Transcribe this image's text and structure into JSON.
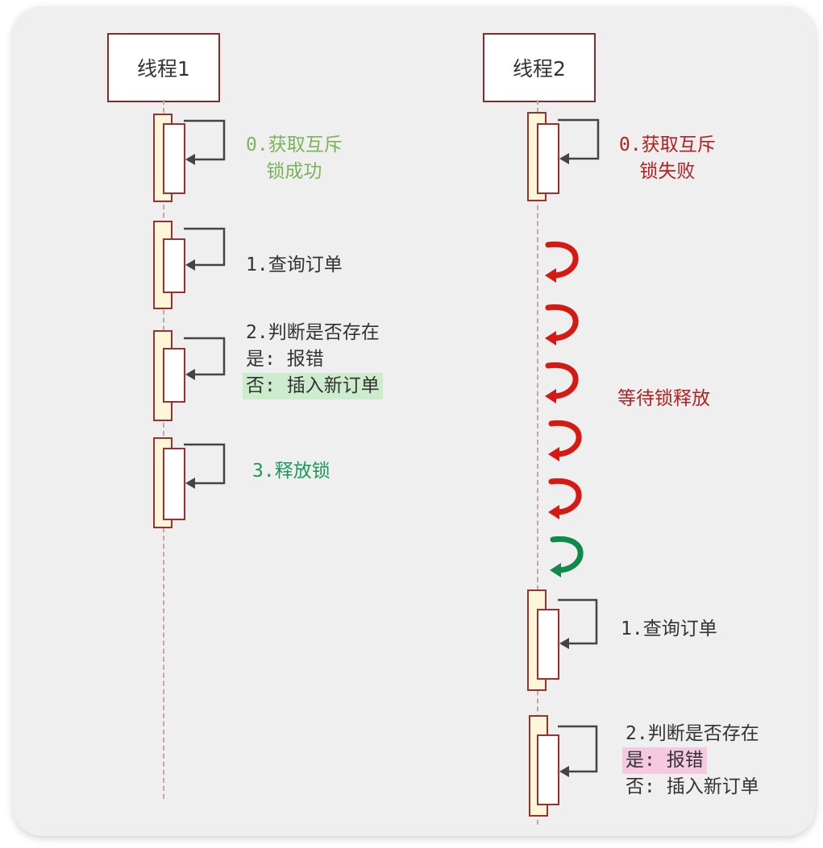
{
  "colors": {
    "box_border": "#8b2a2a",
    "activation_fill": "#fdf6d8",
    "arrow_red": "#d41a12",
    "arrow_green": "#0f8a4a",
    "text_green_light": "#7cb35a",
    "text_red": "#b42020",
    "text_green": "#1a9a5a",
    "highlight_green": "#cdeccd",
    "highlight_pink": "#f6c9e3"
  },
  "thread1": {
    "title": "线程1",
    "step0": {
      "line1": "0.获取互斥",
      "line2": "锁成功"
    },
    "step1": "1.查询订单",
    "step2": {
      "line1": "2.判断是否存在",
      "line2": "是: 报错",
      "line3": "否: 插入新订单"
    },
    "step3": "3.释放锁"
  },
  "thread2": {
    "title": "线程2",
    "step0": {
      "line1": "0.获取互斥",
      "line2": "锁失败"
    },
    "wait": "等待锁释放",
    "wait_arrows": [
      "red",
      "red",
      "red",
      "red",
      "red",
      "green"
    ],
    "step1": "1.查询订单",
    "step2": {
      "line1": "2.判断是否存在",
      "line2": "是: 报错",
      "line3": "否: 插入新订单"
    }
  }
}
